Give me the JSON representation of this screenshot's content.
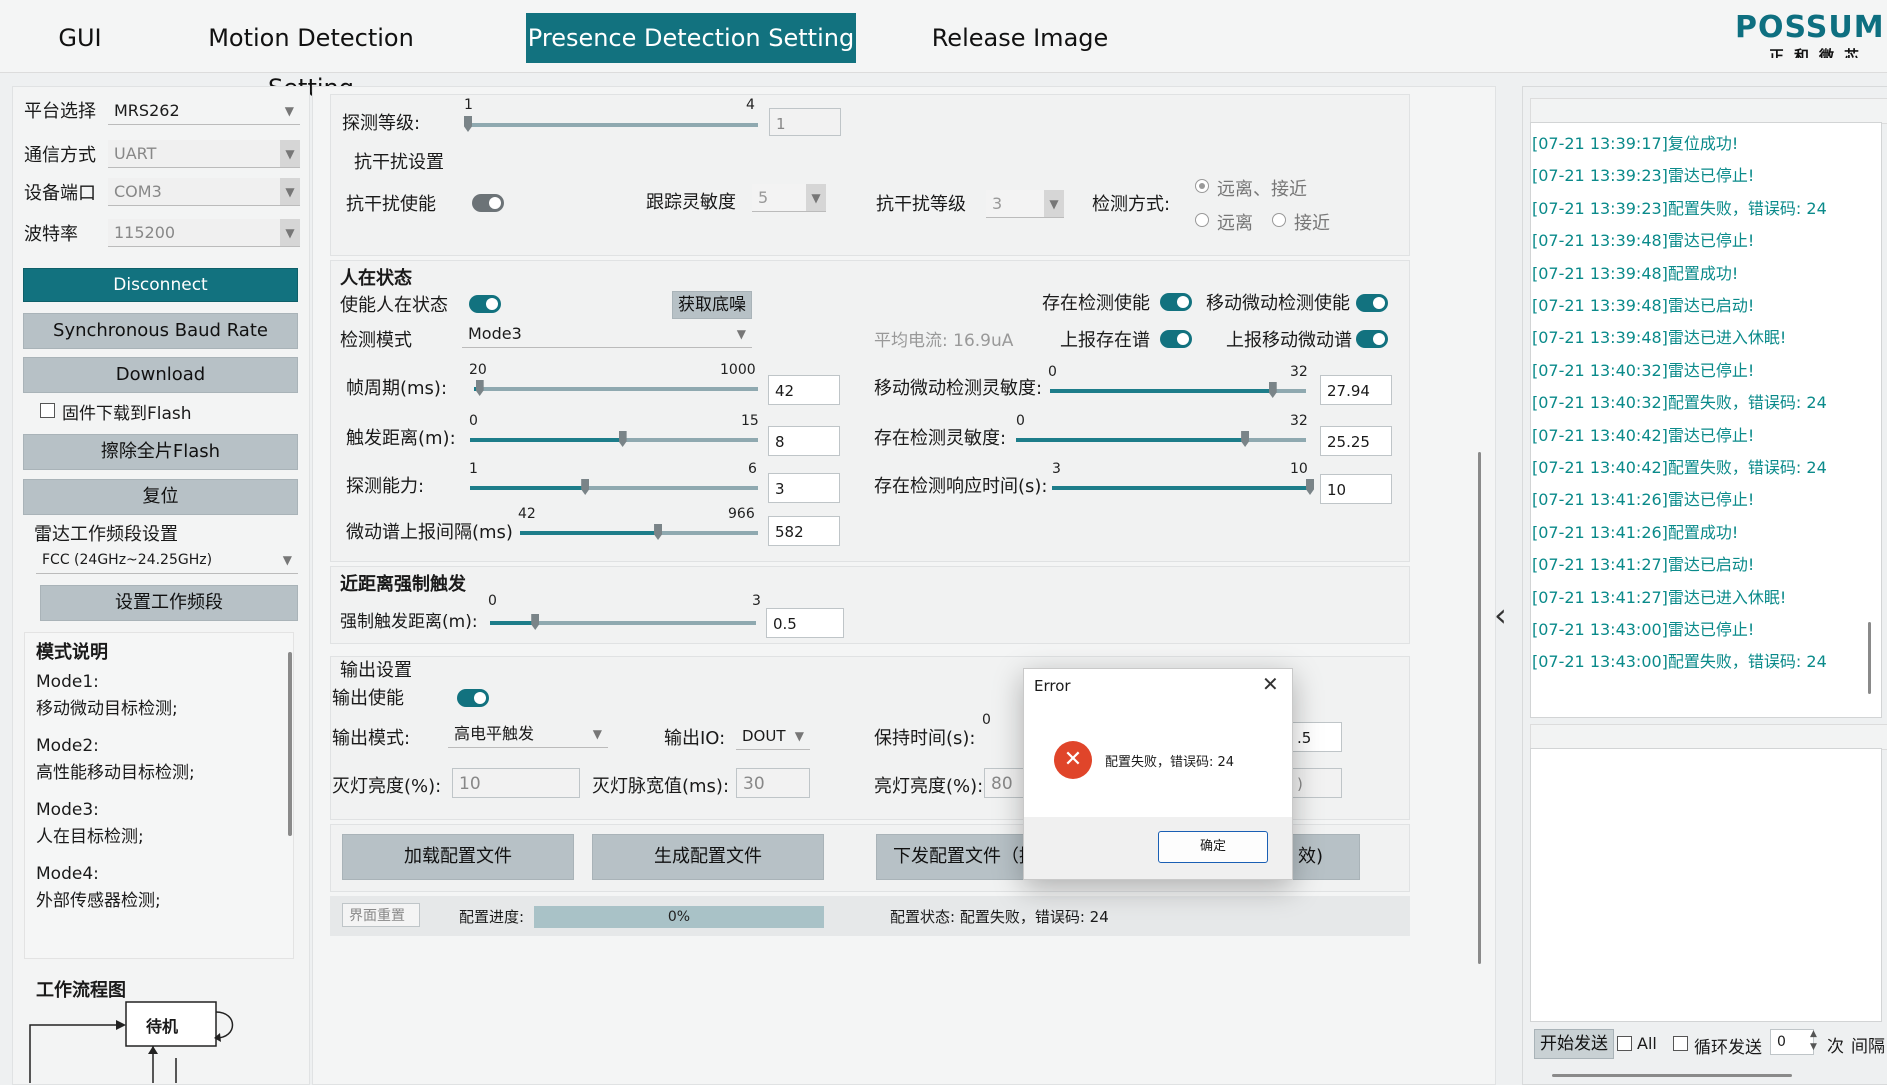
{
  "tabs": [
    "GUI",
    "Motion Detection Setting",
    "Presence Detection Setting",
    "Release Image"
  ],
  "logo": {
    "main": "POSSUMIC",
    "sub": "正和微芯"
  },
  "left": {
    "platform_label": "平台选择",
    "platform_value": "MRS262",
    "comm_label": "通信方式",
    "comm_value": "UART",
    "port_label": "设备端口",
    "port_value": "COM3",
    "baud_label": "波特率",
    "baud_value": "115200",
    "disconnect": "Disconnect",
    "sync_baud": "Synchronous Baud Rate",
    "download": "Download",
    "flash_label": "固件下载到Flash",
    "erase": "擦除全片Flash",
    "reset": "复位",
    "band_title": "雷达工作频段设置",
    "band_value": "FCC (24GHz~24.25GHz)",
    "set_band": "设置工作频段",
    "mode_title": "模式说明",
    "modes": [
      {
        "name": "Mode1:",
        "desc": "移动微动目标检测;"
      },
      {
        "name": "Mode2:",
        "desc": "高性能移动目标检测;"
      },
      {
        "name": "Mode3:",
        "desc": "人在目标检测;"
      },
      {
        "name": "Mode4:",
        "desc": "外部传感器检测;"
      }
    ],
    "flow_title": "工作流程图",
    "flow_standby": "待机"
  },
  "detect": {
    "level_label": "探测等级:",
    "level_min": "1",
    "level_max": "4",
    "level_value": "1",
    "level_frac": 0.0,
    "anti_title": "抗干扰设置",
    "anti_enable": "抗干扰使能",
    "track_label": "跟踪灵敏度",
    "track_value": "5",
    "anti_level_label": "抗干扰等级",
    "anti_level_value": "3",
    "method_label": "检测方式:",
    "radio1": "远离、接近",
    "radio2": "远离",
    "radio3": "接近"
  },
  "presence": {
    "title": "人在状态",
    "enable_label": "使能人在状态",
    "get_noise": "获取底噪",
    "exist_enable": "存在检测使能",
    "micro_enable": "移动微动检测使能",
    "mode_label": "检测模式",
    "mode_value": "Mode3",
    "current": "平均电流: 16.9uA",
    "report_exist": "上报存在谱",
    "report_micro": "上报移动微动谱",
    "frame_label": "帧周期(ms):",
    "frame_min": "20",
    "frame_max": "1000",
    "frame_value": "42",
    "frame_frac": 0.02,
    "trigger_label": "触发距离(m):",
    "trigger_min": "0",
    "trigger_max": "15",
    "trigger_value": "8",
    "trigger_frac": 0.53,
    "ability_label": "探测能力:",
    "ability_min": "1",
    "ability_max": "6",
    "ability_value": "3",
    "ability_frac": 0.4,
    "interval_label": "微动谱上报间隔(ms)",
    "interval_min": "42",
    "interval_max": "966",
    "interval_value": "582",
    "interval_frac": 0.58,
    "micro_sens_label": "移动微动检测灵敏度:",
    "micro_sens_min": "0",
    "micro_sens_max": "32",
    "micro_sens_value": "27.94",
    "micro_sens_frac": 0.87,
    "exist_sens_label": "存在检测灵敏度:",
    "exist_sens_min": "0",
    "exist_sens_max": "32",
    "exist_sens_value": "25.25",
    "exist_sens_frac": 0.79,
    "resp_label": "存在检测响应时间(s):",
    "resp_min": "3",
    "resp_max": "10",
    "resp_value": "10",
    "resp_frac": 1.0
  },
  "near": {
    "title": "近距离强制触发",
    "dist_label": "强制触发距离(m):",
    "min": "0",
    "max": "3",
    "value": "0.5",
    "frac": 0.17
  },
  "output": {
    "title": "输出设置",
    "enable_label": "输出使能",
    "mode_label": "输出模式:",
    "mode_value": "高电平触发",
    "io_label": "输出IO:",
    "io_value": "DOUT",
    "hold_label": "保持时间(s):",
    "hold_min": "0",
    "hold_value": ".5",
    "off_bright_label": "灭灯亮度(%):",
    "off_bright_value": "10",
    "off_pulse_label": "灭灯脉宽值(ms):",
    "off_pulse_value": "30",
    "on_bright_label": "亮灯亮度(%):",
    "on_bright_value": "80",
    "on_extra": ")"
  },
  "actions": {
    "load": "加载配置文件",
    "generate": "生成配置文件",
    "send": "下发配置文件（掉",
    "send_tail": "效)",
    "reset_ui": "界面重置",
    "progress_label": "配置进度:",
    "progress_value": "0%",
    "progress_frac": 0.0,
    "status": "配置状态: 配置失败，错误码: 24"
  },
  "log": [
    "[07-21 13:39:17]复位成功!",
    "[07-21 13:39:23]雷达已停止!",
    "[07-21 13:39:23]配置失败，错误码: 24",
    "[07-21 13:39:48]雷达已停止!",
    "[07-21 13:39:48]配置成功!",
    "[07-21 13:39:48]雷达已启动!",
    "[07-21 13:39:48]雷达已进入休眠!",
    "[07-21 13:40:32]雷达已停止!",
    "[07-21 13:40:32]配置失败，错误码: 24",
    "[07-21 13:40:42]雷达已停止!",
    "[07-21 13:40:42]配置失败，错误码: 24",
    "[07-21 13:41:26]雷达已停止!",
    "[07-21 13:41:26]配置成功!",
    "[07-21 13:41:27]雷达已启动!",
    "[07-21 13:41:27]雷达已进入休眠!",
    "[07-21 13:43:00]雷达已停止!",
    "[07-21 13:43:00]配置失败，错误码: 24"
  ],
  "bottom": {
    "start_send": "开始发送",
    "all": "All",
    "loop_send": "循环发送",
    "count_value": "0",
    "times": "次",
    "interval": "间隔"
  },
  "dialog": {
    "title": "Error",
    "message": "配置失败，错误码: 24",
    "ok": "确定"
  },
  "colors": {
    "accent": "#12727f",
    "log_text": "#0a8a8a",
    "error": "#e0452a"
  }
}
